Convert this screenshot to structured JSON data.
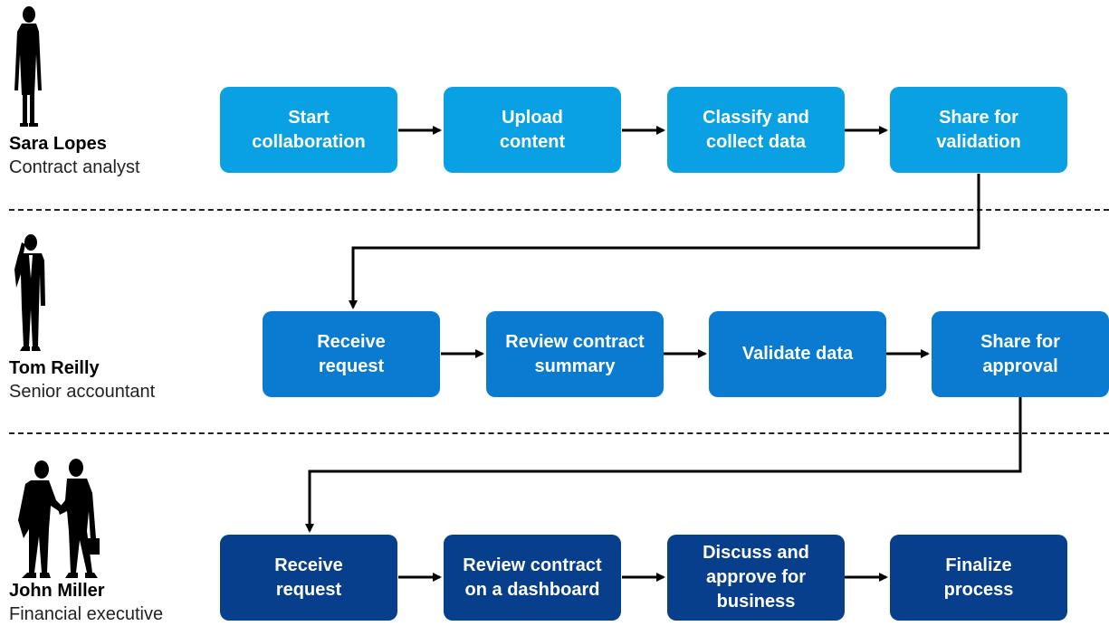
{
  "colors": {
    "lane1_box": "#0aa0e4",
    "lane2_box": "#0a7bd0",
    "lane3_box": "#073f8c",
    "arrow": "#000000"
  },
  "lanes": [
    {
      "person": {
        "name": "Sara Lopes",
        "role": "Contract analyst",
        "icon": "woman-silhouette-icon"
      },
      "steps": [
        "Start\ncollaboration",
        "Upload\ncontent",
        "Classify and\ncollect data",
        "Share for\nvalidation"
      ]
    },
    {
      "person": {
        "name": "Tom Reilly",
        "role": "Senior accountant",
        "icon": "businessman-phone-silhouette-icon"
      },
      "steps": [
        "Receive\nrequest",
        "Review contract\nsummary",
        "Validate data",
        "Share for\napproval"
      ]
    },
    {
      "person": {
        "name": "John Miller",
        "role": "Financial executive",
        "icon": "handshake-silhouette-icon"
      },
      "steps": [
        "Receive\nrequest",
        "Review contract\non a dashboard",
        "Discuss and\napprove for\nbusiness",
        "Finalize\nprocess"
      ]
    }
  ]
}
